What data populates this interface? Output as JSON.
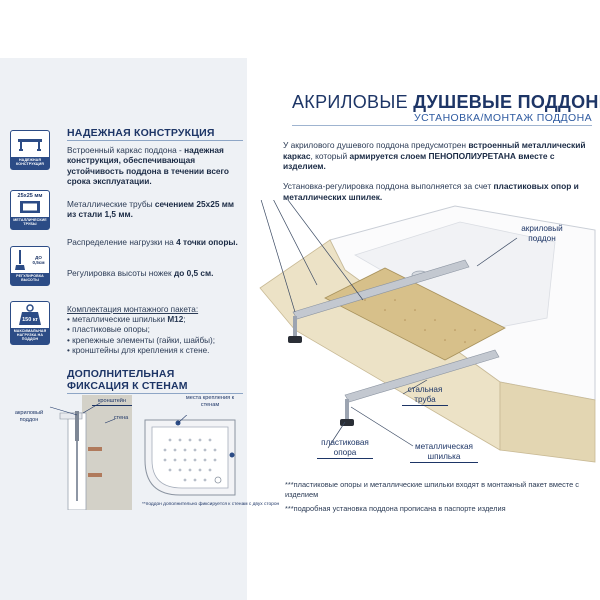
{
  "header": {
    "title_plain": "АКРИЛОВЫЕ",
    "title_bold": "ДУШЕВЫЕ ПОДДОНЫ",
    "subtitle": "УСТАНОВКА/МОНТАЖ ПОДДОНА"
  },
  "left": {
    "section1_title": "НАДЕЖНАЯ КОНСТРУКЦИЯ",
    "icons": [
      {
        "name": "frame-icon",
        "caption": "НАДЕЖНАЯ КОНСТРУКЦИЯ"
      },
      {
        "name": "metal-pipe-icon",
        "size": "25x25 мм",
        "caption": "МЕТАЛЛИЧЕСКИЕ ТРУБЫ"
      },
      {
        "name": "height-adjust-icon",
        "value": "ДО 0,5см",
        "caption": "РЕГУЛИРОВКА ВЫСОТЫ"
      },
      {
        "name": "weight-icon",
        "value": "150 кг",
        "caption": "МАКСИМАЛЬНАЯ НАГРУЗКА НА ПОДДОН"
      }
    ],
    "p1_plain": "Встроенный каркас поддона - ",
    "p1_bold": "надежная конструкция, обеспечивающая устойчивость поддона в течении всего срока эксплуатации.",
    "p2_plain": "Металлические трубы ",
    "p2_bold": "сечением 25x25 мм из стали 1,5 мм.",
    "p3_plain": "Распределение нагрузки на ",
    "p3_bold": "4 точки опоры.",
    "p4_plain": "Регулировка высоты ножек ",
    "p4_bold": "до 0,5 см.",
    "kit_title": "Комплектация монтажного пакета:",
    "kit_items": [
      {
        "plain": "металлические шпильки ",
        "bold": "М12"
      },
      {
        "plain": "пластиковые опоры;",
        "bold": ""
      },
      {
        "plain": "крепежные элементы (гайки, шайбы);",
        "bold": ""
      },
      {
        "plain": "кронштейны для крепления к стене.",
        "bold": ""
      }
    ],
    "section2_title_line1": "ДОПОЛНИТЕЛЬНАЯ",
    "section2_title_line2": "ФИКСАЦИЯ К СТЕНАМ",
    "wall_labels": {
      "acrylic_tray": "акриловый поддон",
      "bracket": "кронштейн",
      "wall": "стена",
      "mount_points": "места крепления к стенам",
      "footnote": "**поддон дополнительно фиксируется к стенам с двух сторон"
    }
  },
  "right": {
    "p1_plain_a": "У акрилового душевого поддона предусмотрен ",
    "p1_bold_a": "встроенный металлический каркас",
    "p1_plain_b": ", который ",
    "p1_bold_b": "армируется слоем ПЕНОПОЛИУРЕТАНА вместе с изделием.",
    "p2_plain": "Установка-регулировка поддона выполняется за счет ",
    "p2_bold": "пластиковых опор и металлических шпилек.",
    "callouts": {
      "acrylic_tray": "акриловый поддон",
      "steel_pipe": "стальная труба",
      "plastic_support": "пластиковая опора",
      "metal_stud": "металлическая шпилька"
    },
    "note1": "***пластиковые опоры и металлические шпильки входят в монтажный пакет вместе с изделием",
    "note2": "***подробная установка поддона прописана в паспорте изделия"
  }
}
